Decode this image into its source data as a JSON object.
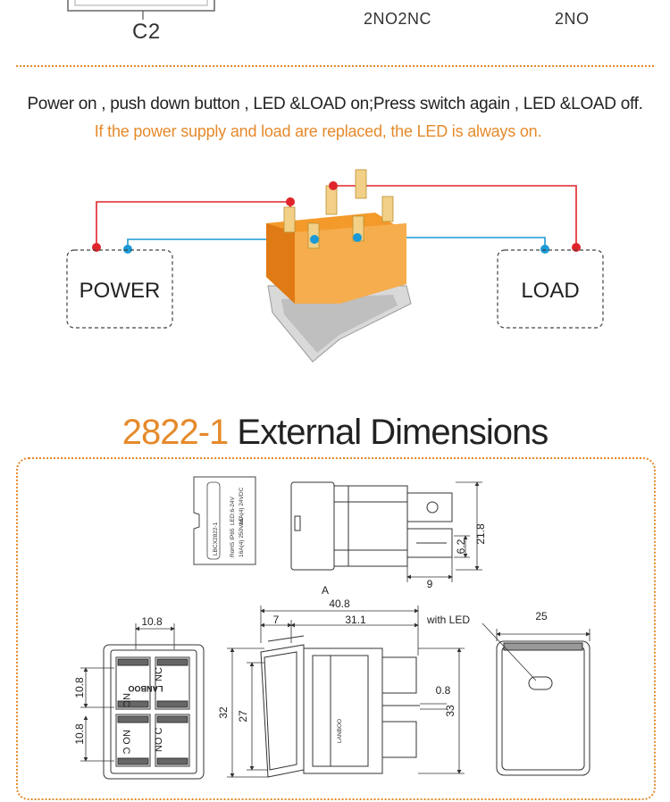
{
  "top": {
    "c2_label": "C2",
    "label_2no2nc": "2NO2NC",
    "label_2no": "2NO"
  },
  "wiring": {
    "description": "Power on , push down button , LED &LOAD on;Press switch again , LED &LOAD off.",
    "note": "If the power supply and load are replaced, the LED is always on.",
    "power_label": "POWER",
    "load_label": "LOAD",
    "colors": {
      "positive": "#e0242b",
      "negative": "#1a9ad6",
      "switch_body": "#f39a2b",
      "accent": "#e58a2b"
    }
  },
  "dimensions": {
    "title_part": "2822-1",
    "title_rest": " External Dimensions",
    "label_view_a": "A",
    "label_with_led": "with LED",
    "rating_label": {
      "model": "LBCX2822-1",
      "line_a": "LED:6-24V",
      "line_b": "RoHS IP65",
      "line_c": "16A(4) 250VAC",
      "line_d": "16A(4) 24VDC"
    },
    "side_top": {
      "d1": "21.8",
      "d2": "6.2",
      "d3": "9"
    },
    "front": {
      "width": "10.8",
      "h1": "10.8",
      "h2": "10.8",
      "t1": "NC",
      "t2": "NO C",
      "t3": "NC",
      "t4": "NO C",
      "brand": "LANBOO"
    },
    "side": {
      "total": "40.8",
      "d7": "7",
      "d31": "31.1",
      "h32": "32",
      "h27": "27",
      "h33": "33",
      "d08": "0.8"
    },
    "back": {
      "width": "25"
    }
  }
}
